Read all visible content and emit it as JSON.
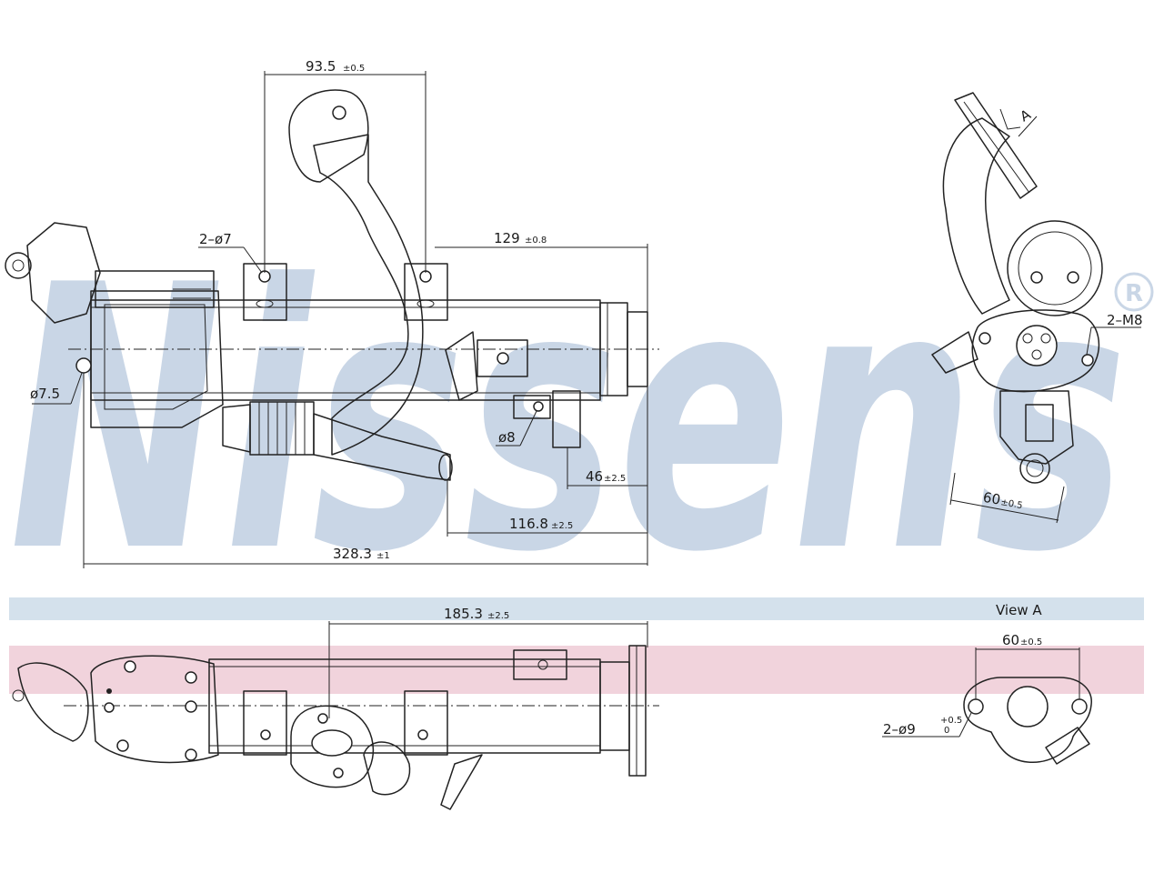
{
  "brand": {
    "watermark": "Nissens",
    "registered_mark": "®",
    "watermark_color": "#c9d6e6",
    "band_blue": "#d4e1ec",
    "band_pink": "#f1d3dc"
  },
  "dimensions": {
    "top_width": {
      "value": "93.5",
      "tol": "±0.5"
    },
    "holes_2x7": "2–ø7",
    "length_129": {
      "value": "129",
      "tol": "±0.8"
    },
    "dia_7_5": "ø7.5",
    "dia_8": "ø8",
    "dim_46": {
      "value": "46",
      "tol": "±2.5"
    },
    "dim_116_8": {
      "value": "116.8",
      "tol": "±2.5"
    },
    "overall": {
      "value": "328.3",
      "tol": "±1"
    },
    "dim_185_3": {
      "value": "185.3",
      "tol": "±2.5"
    },
    "side_60": {
      "value": "60",
      "tol": "±0.5"
    },
    "thread": "2–M8",
    "view_arrow": "A"
  },
  "view_a": {
    "title": "View A",
    "width": {
      "value": "60",
      "tol": "±0.5"
    },
    "holes": {
      "value": "2–ø9",
      "tol_upper": "+0.5",
      "tol_lower": "0"
    }
  }
}
